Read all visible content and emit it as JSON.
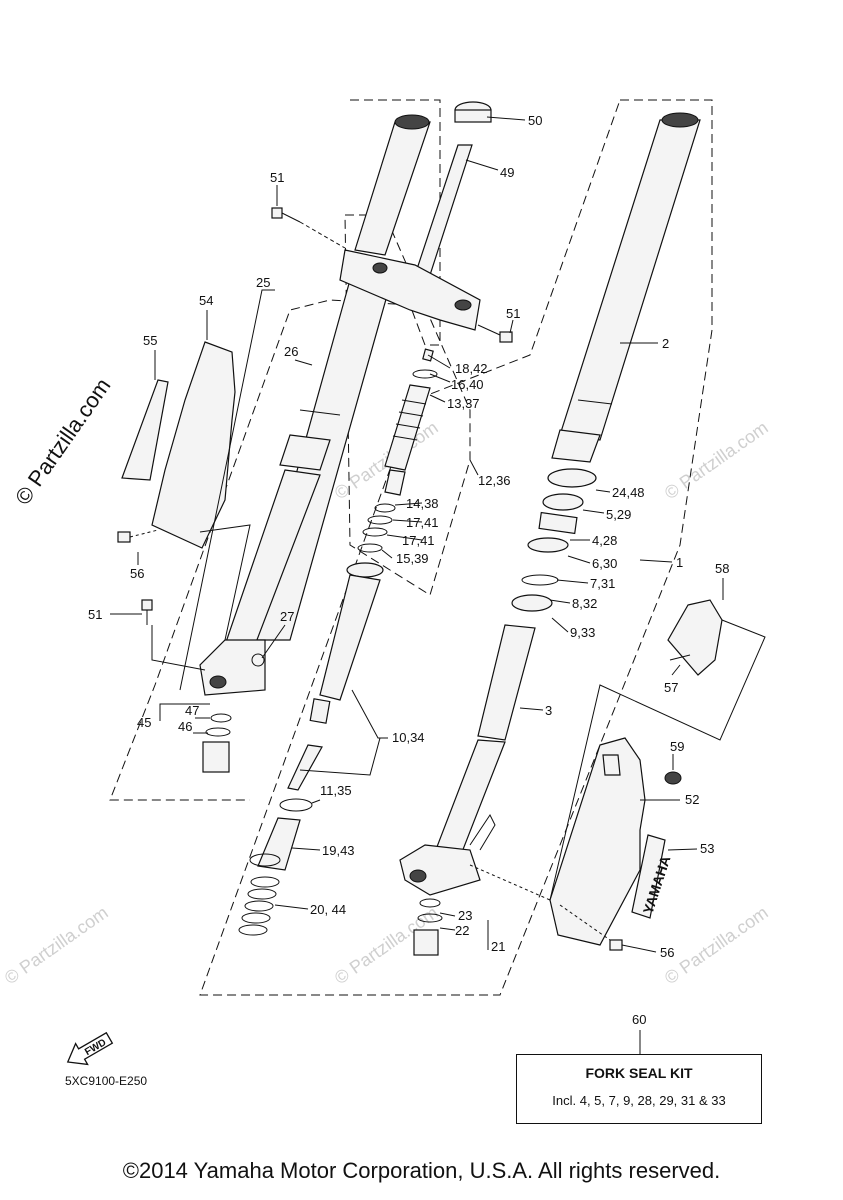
{
  "watermark": {
    "brand": "© Partzilla.com",
    "faint": "© Partzilla.com"
  },
  "labels": [
    {
      "id": "50",
      "text": "50"
    },
    {
      "id": "49",
      "text": "49"
    },
    {
      "id": "51a",
      "text": "51"
    },
    {
      "id": "25",
      "text": "25"
    },
    {
      "id": "54",
      "text": "54"
    },
    {
      "id": "55",
      "text": "55"
    },
    {
      "id": "26",
      "text": "26"
    },
    {
      "id": "51b",
      "text": "51"
    },
    {
      "id": "2",
      "text": "2"
    },
    {
      "id": "1842",
      "text": "18,42"
    },
    {
      "id": "1640",
      "text": "16,40"
    },
    {
      "id": "1337",
      "text": "13,37"
    },
    {
      "id": "1236",
      "text": "12,36"
    },
    {
      "id": "2448",
      "text": "24,48"
    },
    {
      "id": "529",
      "text": "5,29"
    },
    {
      "id": "1438",
      "text": "14,38"
    },
    {
      "id": "1741a",
      "text": "17,41"
    },
    {
      "id": "1741b",
      "text": "17,41"
    },
    {
      "id": "1539",
      "text": "15,39"
    },
    {
      "id": "428",
      "text": "4,28"
    },
    {
      "id": "630",
      "text": "6,30"
    },
    {
      "id": "1",
      "text": "1"
    },
    {
      "id": "731",
      "text": "7,31"
    },
    {
      "id": "56a",
      "text": "56"
    },
    {
      "id": "832",
      "text": "8,32"
    },
    {
      "id": "58",
      "text": "58"
    },
    {
      "id": "51c",
      "text": "51"
    },
    {
      "id": "27",
      "text": "27"
    },
    {
      "id": "933",
      "text": "9,33"
    },
    {
      "id": "57",
      "text": "57"
    },
    {
      "id": "47",
      "text": "47"
    },
    {
      "id": "45",
      "text": "45"
    },
    {
      "id": "46",
      "text": "46"
    },
    {
      "id": "3",
      "text": "3"
    },
    {
      "id": "1034",
      "text": "10,34"
    },
    {
      "id": "59",
      "text": "59"
    },
    {
      "id": "1135",
      "text": "11,35"
    },
    {
      "id": "52",
      "text": "52"
    },
    {
      "id": "1943",
      "text": "19,43"
    },
    {
      "id": "53",
      "text": "53"
    },
    {
      "id": "2044",
      "text": "20, 44"
    },
    {
      "id": "23",
      "text": "23"
    },
    {
      "id": "22",
      "text": "22"
    },
    {
      "id": "21",
      "text": "21"
    },
    {
      "id": "56b",
      "text": "56"
    },
    {
      "id": "60",
      "text": "60"
    }
  ],
  "fwd_label": "FWD",
  "decal_text": "YAMAHA",
  "diagram_code": "5XC9100-E250",
  "seal_kit": {
    "title": "FORK SEAL KIT",
    "description": "Incl. 4, 5, 7, 9, 28, 29, 31 & 33"
  },
  "copyright": "©2014 Yamaha Motor Corporation, U.S.A. All rights reserved."
}
